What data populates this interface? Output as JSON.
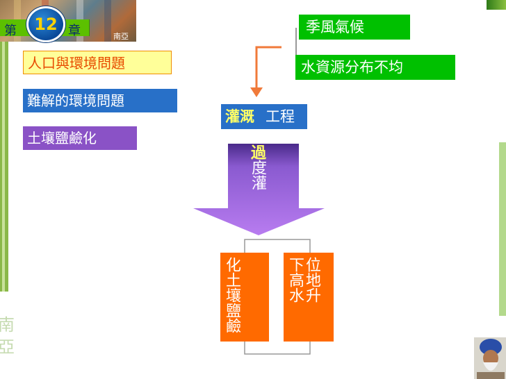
{
  "banner": {
    "chapter_prefix": "第",
    "chapter_number": "12",
    "chapter_suffix": "章",
    "caption": "南亞"
  },
  "watermark": {
    "line1": "南",
    "line2": "亞"
  },
  "topics": [
    {
      "label": "人口與環境問題"
    },
    {
      "label": "難解的環境問題"
    },
    {
      "label": "土壤鹽鹼化"
    }
  ],
  "diagram": {
    "monsoon": "季風氣候",
    "uneven_water": "水資源分布不均",
    "irrigation_bold": "灌溉",
    "irrigation_rest": "工程",
    "arrow_label_bold": "過",
    "arrow_label_rest": "度灌",
    "result_salinize": "化土壤鹽鹼",
    "result_watertable": "位地升下高水"
  },
  "colors": {
    "green_box": "#00c000",
    "blue_box": "#2870c8",
    "purple_box": "#8a52c6",
    "orange_box": "#ff6a00",
    "arrow_fill": "#b87cf0",
    "highlight": "#ffff66"
  }
}
